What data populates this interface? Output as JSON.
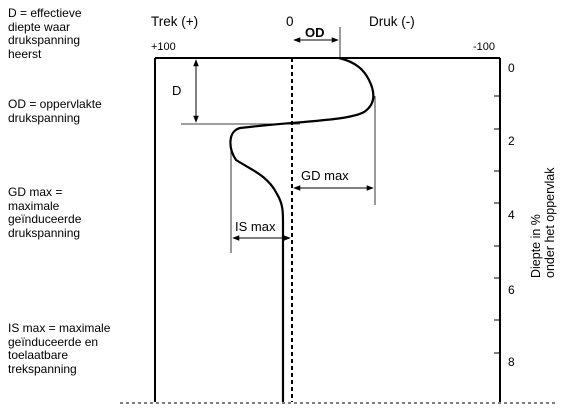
{
  "legend": {
    "d_def": "D = effectieve\ndiepte waar\ndrukspanning\nheerst",
    "od_def": "OD = oppervlakte\ndrukspanning",
    "gd_def": "GD max =\nmaximale\ngeïnduceerde\ndrukspanning",
    "is_def": "IS max = maximale\ngeïnduceerde en\ntoelaatbare\ntrekspanning"
  },
  "header": {
    "tension": "Trek (+)",
    "zero": "0",
    "compression": "Druk (-)",
    "scale_left": "+100",
    "scale_right": "-100"
  },
  "annotations": {
    "od": "OD",
    "d": "D",
    "gd_max": "GD max",
    "is_max": "IS max"
  },
  "depth_axis": {
    "label_line1": "Diepte in %",
    "label_line2": "onder het oppervlak",
    "ticks": [
      "0",
      "2",
      "4",
      "6",
      "8"
    ]
  }
}
